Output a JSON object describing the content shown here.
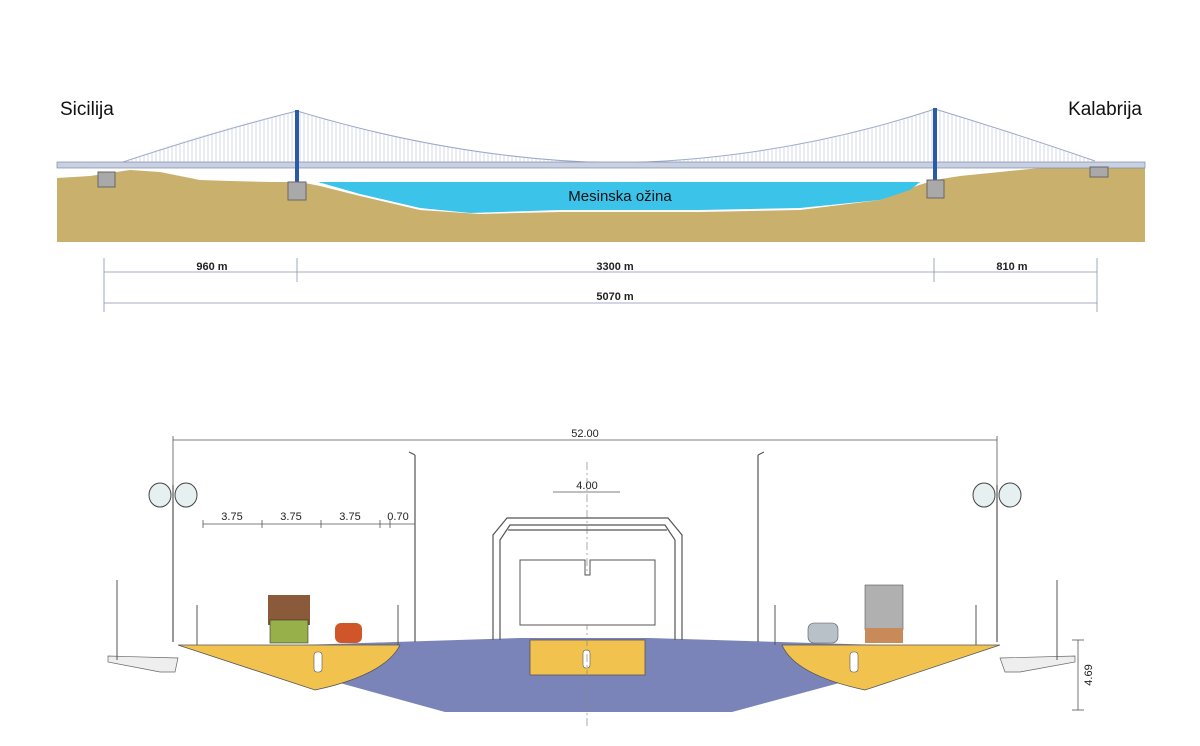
{
  "elevation": {
    "left_label": "Sicilija",
    "right_label": "Kalabrija",
    "water_label": "Mesinska ožina",
    "spans": [
      "960 m",
      "3300 m",
      "810 m"
    ],
    "total": "5070 m"
  },
  "cross_section": {
    "total_width": "52.00",
    "lane_widths": [
      "3.75",
      "3.75",
      "3.75",
      "0.70"
    ],
    "rail_width": "4.00",
    "depth": "4.69"
  },
  "colors": {
    "ground": "#c9b06c",
    "water": "#3cc3ea",
    "tower": "#2a5aa8",
    "deck_box": "#f2c24f",
    "trough": "#7b84b8"
  }
}
